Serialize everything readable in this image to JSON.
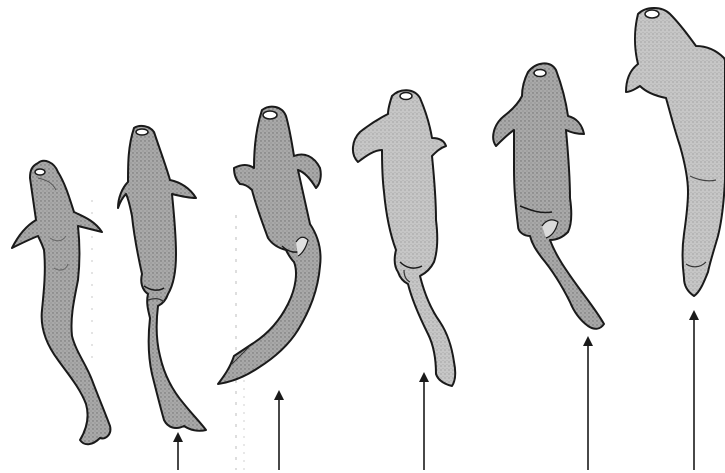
{
  "figure": {
    "background": "#ffffff",
    "ink": "#1a1a1a",
    "body_fill": "#a8a8a8",
    "body_fill_light": "#c4c4c4",
    "eye_color": "#ffffff",
    "shark_count": 6,
    "arrow_count": 5,
    "scan_lines": 3
  }
}
